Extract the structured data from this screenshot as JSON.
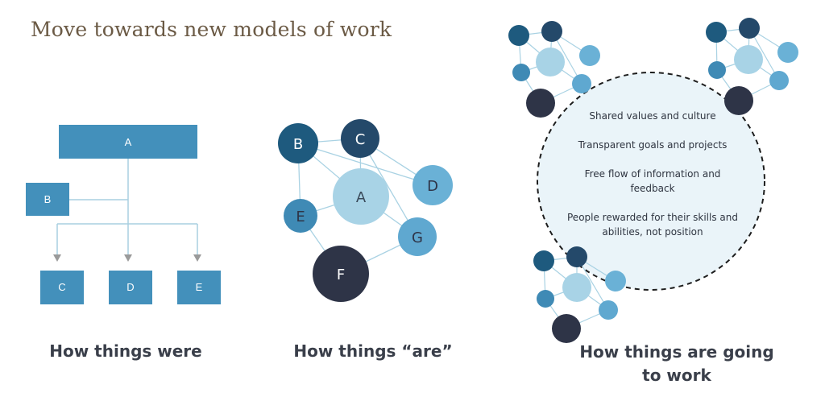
{
  "title": "Move towards new models of work",
  "hierarchy": {
    "top": "A",
    "middle": "B",
    "bottom": [
      "C",
      "D",
      "E"
    ],
    "caption": "How things were"
  },
  "network": {
    "nodes": [
      "B",
      "C",
      "D",
      "A",
      "E",
      "G",
      "F"
    ],
    "caption": "How things “are”"
  },
  "future": {
    "statements": [
      "Shared values and culture",
      "Transparent goals and projects",
      "Free flow of information and feedback",
      "People rewarded for  their skills and abilities, not position"
    ],
    "caption": "How things are going to work"
  },
  "colors": {
    "dark_navy": "#2e3447",
    "deep_blue": "#1e5a7e",
    "steel_blue": "#4a8fb8",
    "mid_blue": "#5aa5cc",
    "light_blue": "#a8d3e6",
    "box_blue": "#4390bb",
    "line": "#9ecde0"
  }
}
